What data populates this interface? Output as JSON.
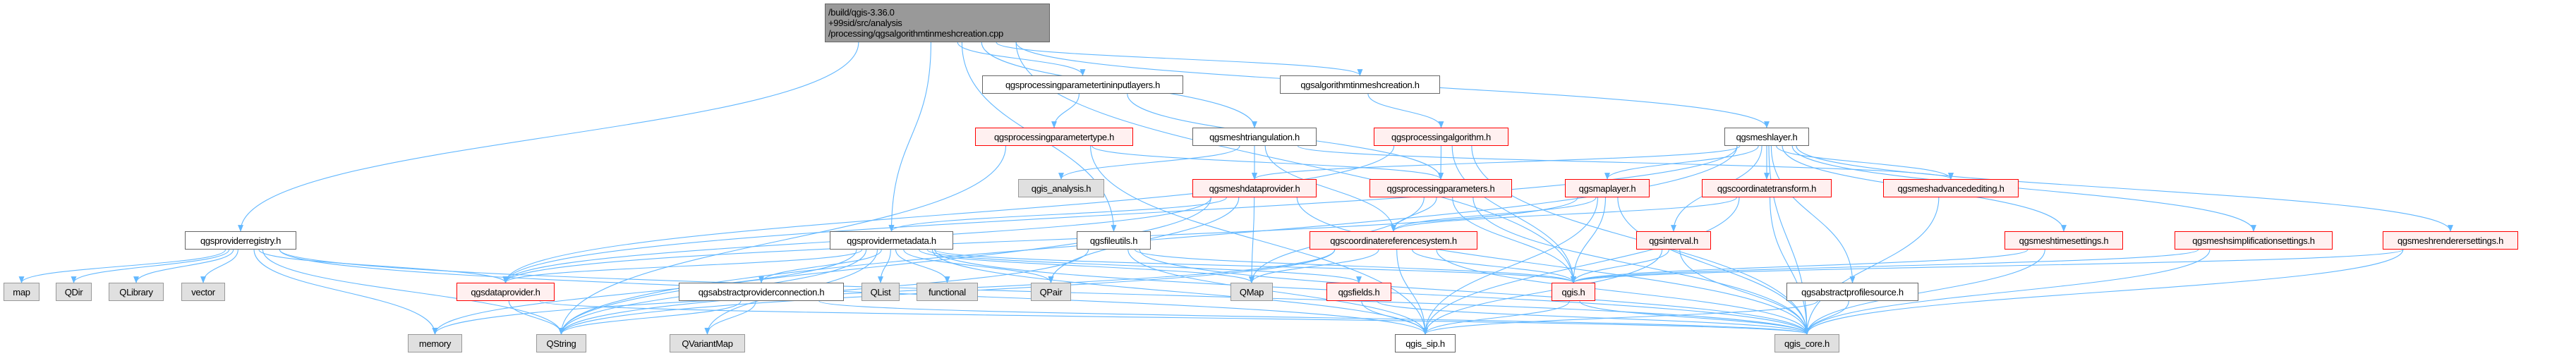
{
  "colors": {
    "edge": "#63b8ff",
    "main_fill": "#999999",
    "red_border": "#ff0000",
    "red_fill": "#fff0f0",
    "ext_fill": "#e0e0e0"
  },
  "nodes": {
    "main": {
      "lines": [
        "/build/qgis-3.36.0",
        "+99sid/src/analysis",
        "/processing/qgsalgorithmtinmeshcreation.cpp"
      ]
    },
    "tininput": {
      "label": "qgsprocessingparametertininputlayers.h"
    },
    "algtin": {
      "label": "qgsalgorithmtinmeshcreation.h"
    },
    "paramtype": {
      "label": "qgsprocessingparametertype.h"
    },
    "meshtri": {
      "label": "qgsmeshtriangulation.h"
    },
    "procalg": {
      "label": "qgsprocessingalgorithm.h"
    },
    "meshlayer": {
      "label": "qgsmeshlayer.h"
    },
    "qgisanalysis": {
      "label": "qgis_analysis.h"
    },
    "meshdp": {
      "label": "qgsmeshdataprovider.h"
    },
    "procparams": {
      "label": "qgsprocessingparameters.h"
    },
    "maplayer": {
      "label": "qgsmaplayer.h"
    },
    "coordtrans": {
      "label": "qgscoordinatetransform.h"
    },
    "meshadv": {
      "label": "qgsmeshadvancedediting.h"
    },
    "provreg": {
      "label": "qgsproviderregistry.h"
    },
    "provmeta": {
      "label": "qgsprovidermetadata.h"
    },
    "fileutils": {
      "label": "qgsfileutils.h"
    },
    "crs": {
      "label": "qgscoordinatereferencesystem.h"
    },
    "interval": {
      "label": "qgsinterval.h"
    },
    "meshtime": {
      "label": "qgsmeshtimesettings.h"
    },
    "meshsimp": {
      "label": "qgsmeshsimplificationsettings.h"
    },
    "meshrend": {
      "label": "qgsmeshrenderersettings.h"
    },
    "map": {
      "label": "map"
    },
    "qdir": {
      "label": "QDir"
    },
    "qlibrary": {
      "label": "QLibrary"
    },
    "vector": {
      "label": "vector"
    },
    "dataprov": {
      "label": "qgsdataprovider.h"
    },
    "absprovconn": {
      "label": "qgsabstractproviderconnection.h"
    },
    "qlist": {
      "label": "QList"
    },
    "functional": {
      "label": "functional"
    },
    "qpair": {
      "label": "QPair"
    },
    "qmap": {
      "label": "QMap"
    },
    "fields": {
      "label": "qgsfields.h"
    },
    "qgish": {
      "label": "qgis.h"
    },
    "absprofile": {
      "label": "qgsabstractprofilesource.h"
    },
    "memory": {
      "label": "memory"
    },
    "qstring": {
      "label": "QString"
    },
    "qvariantmap": {
      "label": "QVariantMap"
    },
    "qgissip": {
      "label": "qgis_sip.h"
    },
    "qgiscore": {
      "label": "qgis_core.h"
    }
  },
  "edges": [
    [
      "main",
      "provreg"
    ],
    [
      "main",
      "provmeta"
    ],
    [
      "main",
      "fileutils"
    ],
    [
      "main",
      "tininput"
    ],
    [
      "main",
      "algtin"
    ],
    [
      "main",
      "meshtri"
    ],
    [
      "main",
      "meshlayer"
    ],
    [
      "main",
      "qgish"
    ],
    [
      "tininput",
      "paramtype"
    ],
    [
      "tininput",
      "procparams"
    ],
    [
      "algtin",
      "procalg"
    ],
    [
      "paramtype",
      "procparams"
    ],
    [
      "paramtype",
      "qgissip"
    ],
    [
      "paramtype",
      "qstring"
    ],
    [
      "meshtri",
      "qgisanalysis"
    ],
    [
      "meshtri",
      "meshdp"
    ],
    [
      "meshtri",
      "crs"
    ],
    [
      "meshtri",
      "meshadv"
    ],
    [
      "procalg",
      "procparams"
    ],
    [
      "procalg",
      "qgish"
    ],
    [
      "procalg",
      "qgiscore"
    ],
    [
      "procalg",
      "dataprov"
    ],
    [
      "meshlayer",
      "maplayer"
    ],
    [
      "meshlayer",
      "coordtrans"
    ],
    [
      "meshlayer",
      "meshadv"
    ],
    [
      "meshlayer",
      "meshtime"
    ],
    [
      "meshlayer",
      "meshsimp"
    ],
    [
      "meshlayer",
      "meshrend"
    ],
    [
      "meshlayer",
      "absprofile"
    ],
    [
      "meshlayer",
      "interval"
    ],
    [
      "meshlayer",
      "meshdp"
    ],
    [
      "meshlayer",
      "qgiscore"
    ],
    [
      "meshlayer",
      "dataprov"
    ],
    [
      "meshlayer",
      "qstring"
    ],
    [
      "meshdp",
      "provmeta"
    ],
    [
      "meshdp",
      "dataprov"
    ],
    [
      "meshdp",
      "qmap"
    ],
    [
      "meshdp",
      "qpair"
    ],
    [
      "meshdp",
      "qgiscore"
    ],
    [
      "meshdp",
      "qstring"
    ],
    [
      "procparams",
      "crs"
    ],
    [
      "procparams",
      "qgish"
    ],
    [
      "procparams",
      "qmap"
    ],
    [
      "procparams",
      "qgiscore"
    ],
    [
      "maplayer",
      "qgish"
    ],
    [
      "maplayer",
      "crs"
    ],
    [
      "maplayer",
      "qgissip"
    ],
    [
      "maplayer",
      "dataprov"
    ],
    [
      "maplayer",
      "qgiscore"
    ],
    [
      "coordtrans",
      "crs"
    ],
    [
      "coordtrans",
      "qgissip"
    ],
    [
      "coordtrans",
      "qgiscore"
    ],
    [
      "meshadv",
      "qgiscore"
    ],
    [
      "provreg",
      "map"
    ],
    [
      "provreg",
      "qdir"
    ],
    [
      "provreg",
      "qlibrary"
    ],
    [
      "provreg",
      "vector"
    ],
    [
      "provreg",
      "memory"
    ],
    [
      "provreg",
      "qstring"
    ],
    [
      "provreg",
      "dataprov"
    ],
    [
      "provreg",
      "qgissip"
    ],
    [
      "provreg",
      "qgiscore"
    ],
    [
      "provmeta",
      "qlist"
    ],
    [
      "provmeta",
      "functional"
    ],
    [
      "provmeta",
      "qpair"
    ],
    [
      "provmeta",
      "qmap"
    ],
    [
      "provmeta",
      "fields"
    ],
    [
      "provmeta",
      "qgish"
    ],
    [
      "provmeta",
      "qgissip"
    ],
    [
      "provmeta",
      "qgiscore"
    ],
    [
      "provmeta",
      "qstring"
    ],
    [
      "provmeta",
      "memory"
    ],
    [
      "provmeta",
      "qvariantmap"
    ],
    [
      "provmeta",
      "dataprov"
    ],
    [
      "provmeta",
      "absprovconn"
    ],
    [
      "fileutils",
      "qgish"
    ],
    [
      "fileutils",
      "qgissip"
    ],
    [
      "fileutils",
      "qstring"
    ],
    [
      "fileutils",
      "qgiscore"
    ],
    [
      "crs",
      "qgish"
    ],
    [
      "crs",
      "qmap"
    ],
    [
      "crs",
      "qgissip"
    ],
    [
      "crs",
      "qgiscore"
    ],
    [
      "crs",
      "qstring"
    ],
    [
      "crs",
      "memory"
    ],
    [
      "interval",
      "qgish"
    ],
    [
      "interval",
      "qgissip"
    ],
    [
      "interval",
      "qgiscore"
    ],
    [
      "meshtime",
      "qgish"
    ],
    [
      "meshtime",
      "qgiscore"
    ],
    [
      "meshsimp",
      "qgish"
    ],
    [
      "meshsimp",
      "qgiscore"
    ],
    [
      "meshrend",
      "qgish"
    ],
    [
      "meshrend",
      "qgiscore"
    ],
    [
      "dataprov",
      "qstring"
    ],
    [
      "dataprov",
      "qgiscore"
    ],
    [
      "absprovconn",
      "qstring"
    ],
    [
      "absprovconn",
      "qvariantmap"
    ],
    [
      "absprovconn",
      "qgiscore"
    ],
    [
      "fields",
      "qgissip"
    ],
    [
      "fields",
      "qgiscore"
    ],
    [
      "qgish",
      "qgissip"
    ],
    [
      "qgish",
      "qgiscore"
    ],
    [
      "absprofile",
      "qgissip"
    ],
    [
      "absprofile",
      "qgiscore"
    ]
  ]
}
